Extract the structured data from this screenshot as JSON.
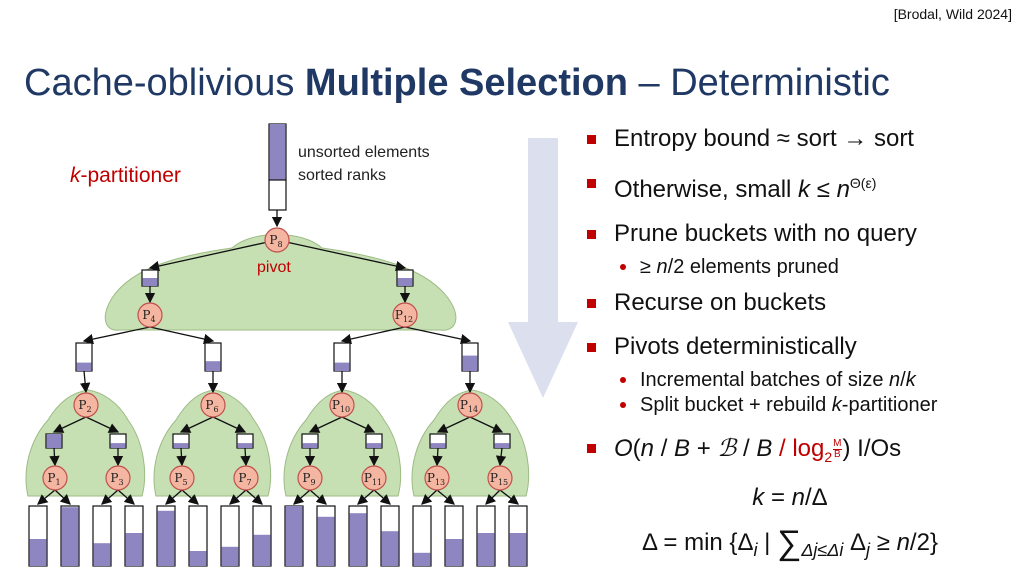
{
  "citation": "[Brodal, Wild 2024]",
  "title": {
    "part1": "Cache-oblivious ",
    "bold": "Multiple Selection",
    "part2": " – Deterministic"
  },
  "diagram": {
    "partitioner_italic": "k",
    "partitioner_rest": "-partitioner",
    "legend_unsorted": "unsorted elements",
    "legend_sorted": "sorted ranks",
    "pivot_label": "pivot",
    "pivots": [
      {
        "letter": "P",
        "sub": "8"
      },
      {
        "letter": "P",
        "sub": "4"
      },
      {
        "letter": "P",
        "sub": "12"
      },
      {
        "letter": "P",
        "sub": "2"
      },
      {
        "letter": "P",
        "sub": "6"
      },
      {
        "letter": "P",
        "sub": "10"
      },
      {
        "letter": "P",
        "sub": "14"
      },
      {
        "letter": "P",
        "sub": "1"
      },
      {
        "letter": "P",
        "sub": "3"
      },
      {
        "letter": "P",
        "sub": "5"
      },
      {
        "letter": "P",
        "sub": "7"
      },
      {
        "letter": "P",
        "sub": "9"
      },
      {
        "letter": "P",
        "sub": "11"
      },
      {
        "letter": "P",
        "sub": "13"
      },
      {
        "letter": "P",
        "sub": "15"
      }
    ],
    "leaf_fill_levels": [
      0.45,
      0.98,
      0.38,
      0.55,
      0.92,
      0.25,
      0.32,
      0.52,
      1.0,
      0.82,
      0.88,
      0.58,
      0.22,
      0.45,
      0.55,
      0.55
    ],
    "mid_fill_levels": [
      0.3,
      0.35,
      0.3,
      0.55
    ]
  },
  "bullets": {
    "entropy": "Entropy bound ≈ sort → sort",
    "otherwise_pre": "Otherwise, small ",
    "otherwise_k": "k",
    "otherwise_le": " ≤ ",
    "otherwise_n": "n",
    "otherwise_sup": "Θ(ε)",
    "prune": "Prune buckets with no query",
    "pruned_ge": "≥ ",
    "pruned_n": "n",
    "pruned_rest": "/2 elements pruned",
    "recurse": "Recurse on buckets",
    "pivots": "Pivots deterministically",
    "batches_pre": "Incremental batches of size ",
    "batches_n": "n",
    "batches_slash": "/",
    "batches_k": "k",
    "split_pre": "Split bucket + rebuild ",
    "split_k": "k",
    "split_rest": "-partitioner",
    "io_O": "O",
    "io_open": "(",
    "io_n": "n",
    "io_slash1": " / ",
    "io_B1": "B",
    "io_plus": " + ",
    "io_calB": "ℬ",
    "io_slash2": " / ",
    "io_B2": "B",
    "io_red_slash": " / log",
    "io_red_sub": "2",
    "io_frac_num": "M",
    "io_frac_den": "B",
    "io_close": ")",
    "io_rest": "  I/Os"
  },
  "formula": {
    "k": "k",
    "eq1": " = ",
    "n": "n",
    "slash_delta": "/Δ",
    "delta_eq": "Δ = min {Δ",
    "sub_i": "i",
    "bar": " | ",
    "sigma": "∑",
    "sum_sub": "Δj≤Δi",
    "delta_j": " Δ",
    "sub_j": "j",
    "ge": " ≥ ",
    "n2": "n",
    "end": "/2}"
  },
  "colors": {
    "title": "#1f3864",
    "accent": "#c00000",
    "node_fill": "#f4b6a0",
    "node_stroke": "#c0504d",
    "group_fill": "#c6e0b4",
    "bar_fill": "#8e86c0",
    "arrow_fill": "#dcdfee"
  }
}
